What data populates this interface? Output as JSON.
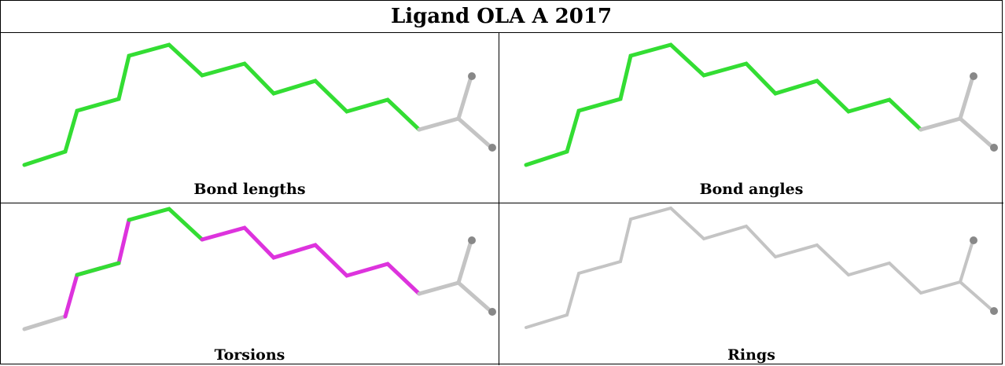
{
  "title": "Ligand OLA A 2017",
  "panels": [
    {
      "caption": "Bond lengths"
    },
    {
      "caption": "Bond angles"
    },
    {
      "caption": "Torsions"
    },
    {
      "caption": "Rings"
    }
  ],
  "colors": {
    "ok": "#33dd33",
    "outlier": "#dd33dd",
    "neutral": "#c4c4c4",
    "oxygen_atom": "#888888"
  }
}
